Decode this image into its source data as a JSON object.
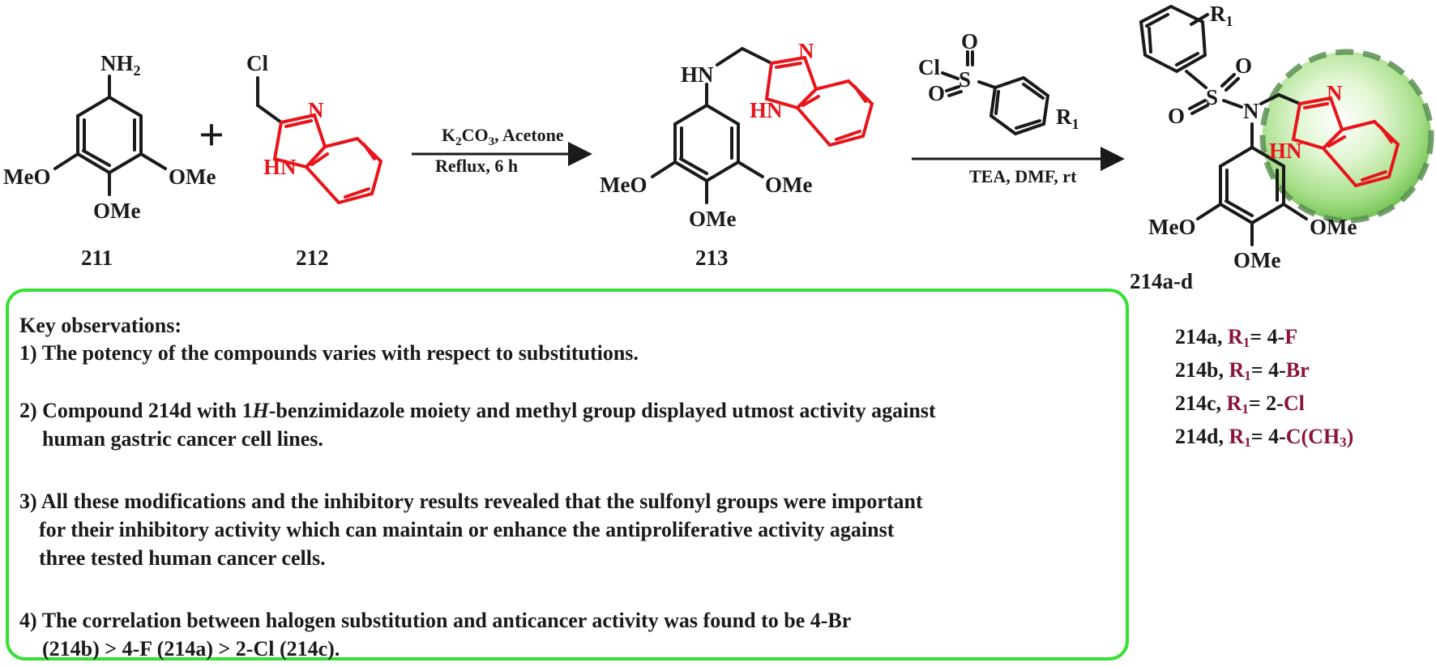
{
  "compounds": {
    "c211": {
      "label": "211",
      "amine": "NH",
      "amine_sub": "2",
      "meo_left": "MeO",
      "ome_right": "OMe",
      "ome_bottom": "OMe"
    },
    "plus": "+",
    "c212": {
      "label": "212",
      "cl": "Cl",
      "n": "N",
      "nh": "HN"
    },
    "c213": {
      "label": "213",
      "hn": "HN",
      "n": "N",
      "nh": "HN",
      "meo_left": "MeO",
      "ome_right": "OMe",
      "ome_bottom": "OMe"
    },
    "reagent": {
      "cl": "Cl",
      "s": "S",
      "o_top": "O",
      "o_left": "O",
      "r1": "R",
      "r1_sub": "1"
    },
    "c214": {
      "label": "214a-d",
      "r1": "R",
      "r1_sub": "1",
      "s": "S",
      "o_right": "O",
      "o_left": "O",
      "n_sulfonamide": "N",
      "n": "N",
      "nh": "HN",
      "meo_left": "MeO",
      "ome_right": "OMe",
      "ome_bottom": "OMe"
    }
  },
  "conditions": {
    "step1_line1_a": "K",
    "step1_line1_sub1": "2",
    "step1_line1_b": "CO",
    "step1_line1_sub2": "3",
    "step1_line1_c": ", Acetone",
    "step1_line2": "Reflux, 6 h",
    "step2": "TEA, DMF, rt"
  },
  "observations": {
    "title": "Key observations:",
    "o1": "1) The potency of the compounds varies with respect to substitutions.",
    "o2a_pre": "2) Compound 214d with 1",
    "o2a_it": "H",
    "o2a_post": "-benzimidazole moiety and methyl group displayed utmost activity against",
    "o2b": "human gastric cancer cell lines.",
    "o3a": "3) All these modifications and the inhibitory results revealed that the sulfonyl groups were important",
    "o3b": "for their inhibitory activity which can maintain or  enhance the antiproliferative activity against",
    "o3c": "three tested human cancer cells.",
    "o4a": "4) The correlation between halogen substitution and anticancer activity was found to be 4-Br",
    "o4b": "(214b) > 4-F (214a) > 2-Cl (214c)."
  },
  "variants": [
    {
      "id": "214a,",
      "r": "R",
      "sub": "1",
      "eq": "= 4-",
      "val": "F",
      "tail": ""
    },
    {
      "id": "214b,",
      "r": "R",
      "sub": "1",
      "eq": "= 4-",
      "val": "Br",
      "tail": ""
    },
    {
      "id": "214c,",
      "r": "R",
      "sub": "1",
      "eq": "= 2-",
      "val": "Cl",
      "tail": ""
    },
    {
      "id": "214d,",
      "r": "R",
      "sub": "1",
      "eq": "= 4-",
      "val": "C(CH",
      "tail": ")"
    }
  ],
  "variant_4_sub3": "3",
  "colors": {
    "accent_red": "#e8141b",
    "box_green": "#35e035",
    "variant_red": "#8a1538",
    "sphere_green": "#8fdc6e"
  }
}
